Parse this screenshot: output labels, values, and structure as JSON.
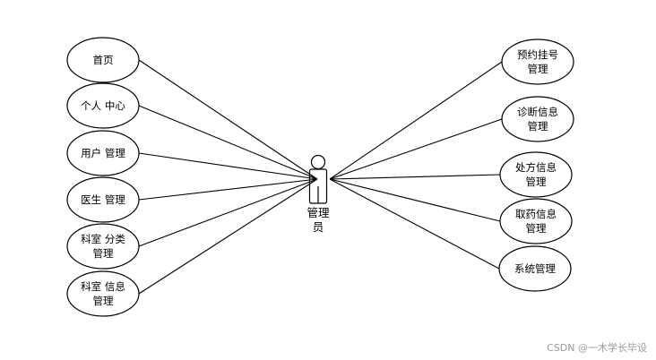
{
  "actor": {
    "label_lines": [
      "管理",
      "员"
    ]
  },
  "left_use_cases": [
    {
      "lines": [
        "首页"
      ]
    },
    {
      "lines": [
        "个人 中心"
      ]
    },
    {
      "lines": [
        "用户 管理"
      ]
    },
    {
      "lines": [
        "医生 管理"
      ]
    },
    {
      "lines": [
        "科室 分类",
        "管理"
      ]
    },
    {
      "lines": [
        "科室 信息",
        "管理"
      ]
    }
  ],
  "right_use_cases": [
    {
      "lines": [
        "预约挂号",
        "管理"
      ]
    },
    {
      "lines": [
        "诊断信息",
        "管理"
      ]
    },
    {
      "lines": [
        "处方信息",
        "管理"
      ]
    },
    {
      "lines": [
        "取药信息",
        "管理"
      ]
    },
    {
      "lines": [
        "系统管理"
      ]
    }
  ],
  "watermark": "CSDN @一木学长毕设"
}
